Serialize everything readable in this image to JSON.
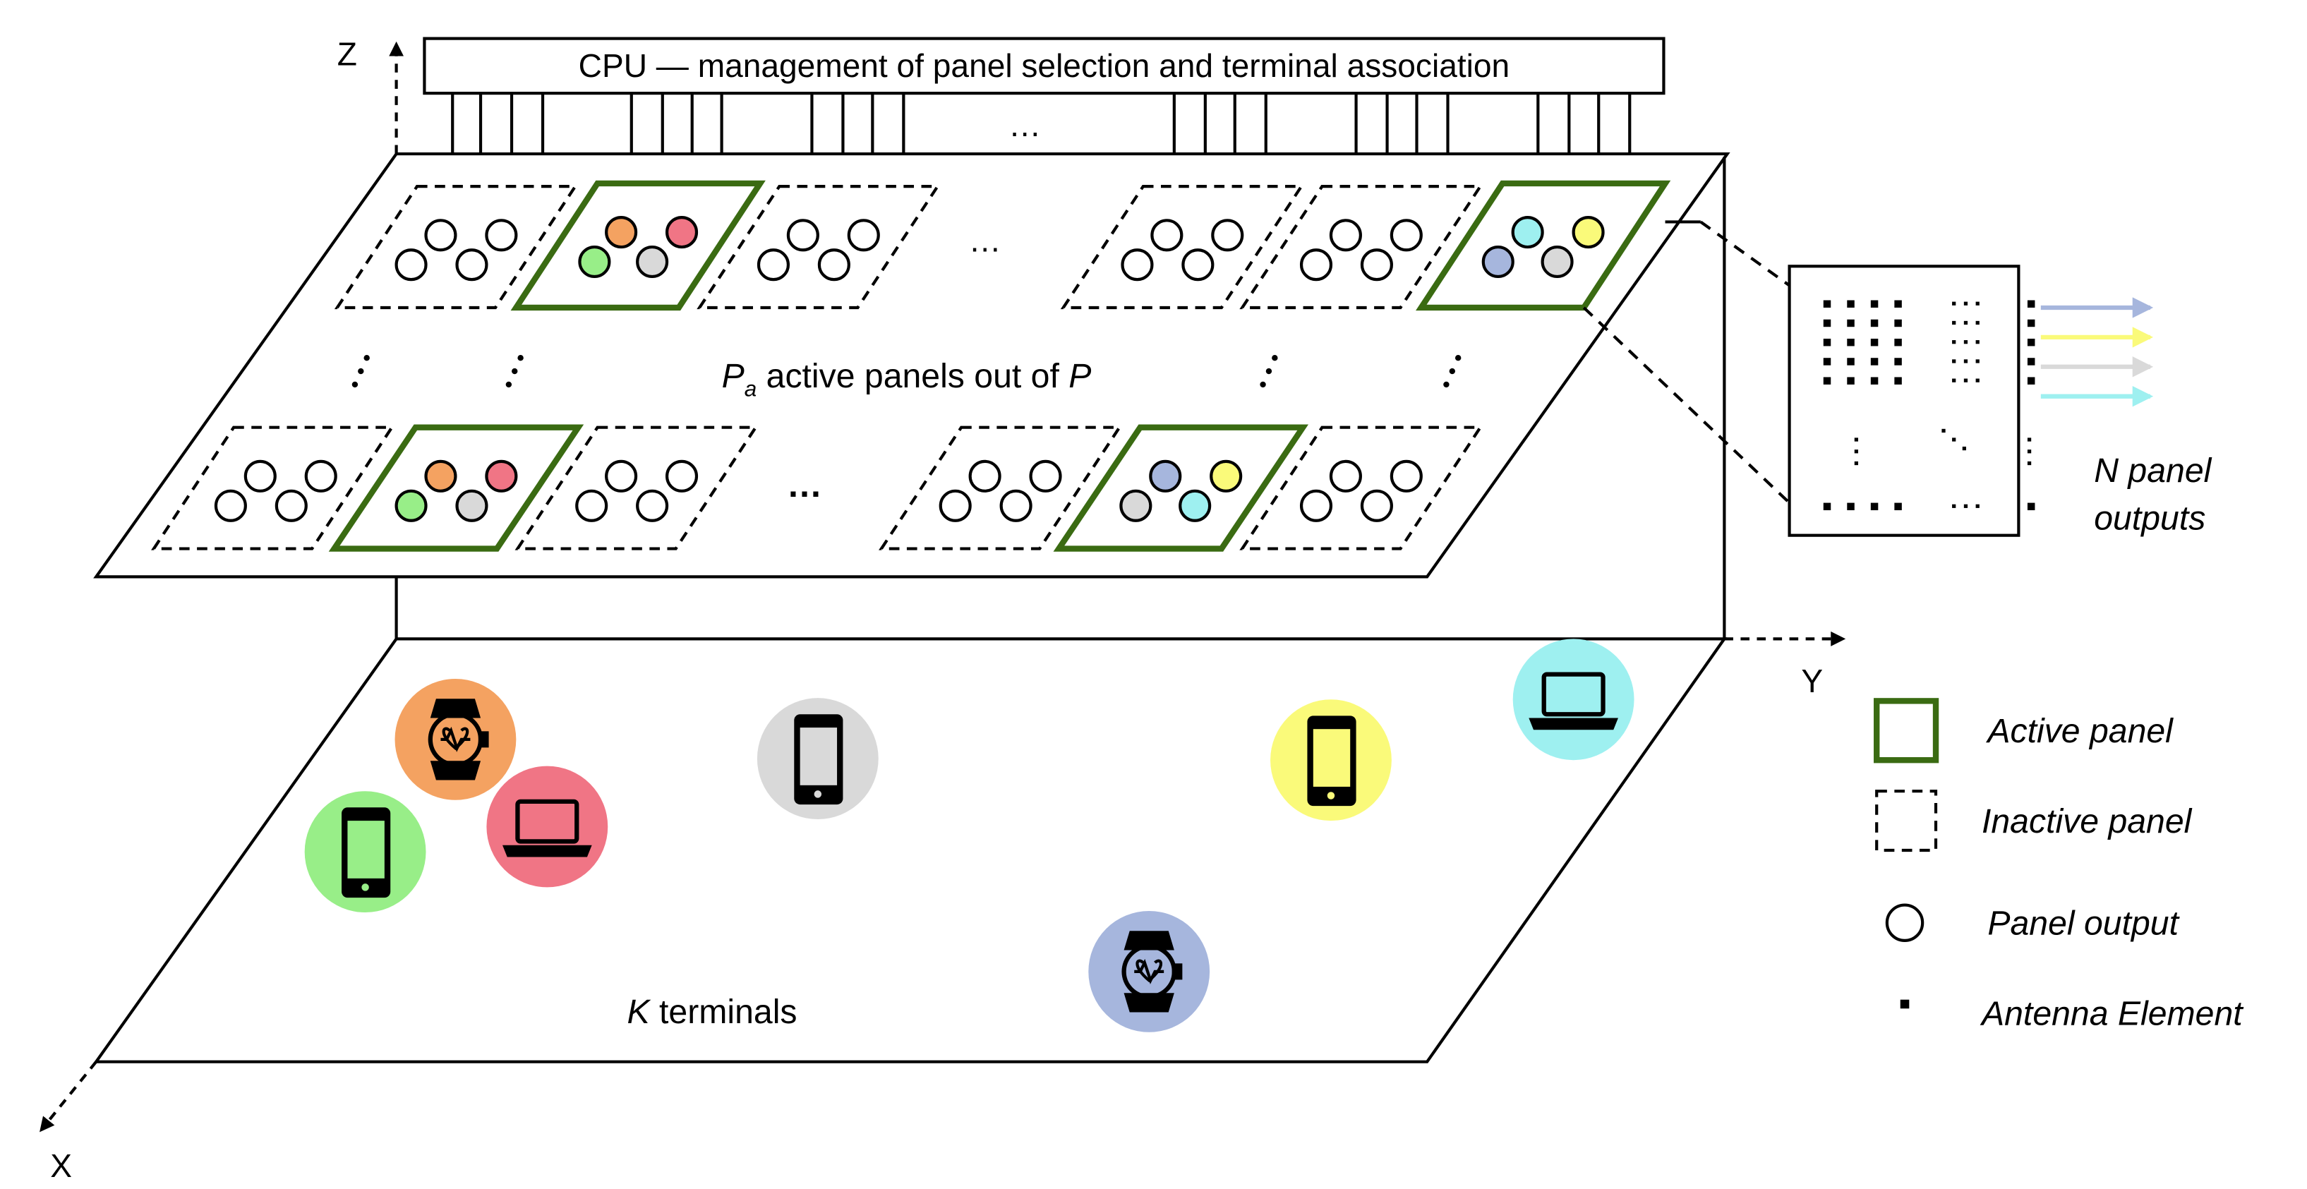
{
  "cpu_label": "CPU — management of panel selection and terminal association",
  "axes": {
    "z": "Z",
    "y": "Y",
    "x": "X"
  },
  "panels_caption": {
    "symbol": "P",
    "subscript": "a",
    "text": " active panels out of ",
    "total_symbol": "P"
  },
  "terminals_caption": {
    "symbol": "K",
    "text": " terminals"
  },
  "zoom_caption": {
    "line1": "N panel",
    "line2": "outputs"
  },
  "ellipsis_h": "…",
  "ellipsis_v": "⋮",
  "legend": {
    "active": "Active panel",
    "inactive": "Inactive panel",
    "output": "Panel output",
    "antenna": "Antenna Element"
  },
  "colors": {
    "active_border": "#3a6b12",
    "orange": "#f4a261",
    "red": "#f07585",
    "green": "#98ee88",
    "gray": "#d9d9d9",
    "cyan": "#9ef0f0",
    "yellow": "#fafa7a",
    "blue": "#a6b6dd",
    "arrow_blue": "#a6b6dd",
    "arrow_yellow": "#fafa7a",
    "arrow_gray": "#d9d9d9",
    "arrow_cyan": "#9ef0f0"
  },
  "terminals": [
    {
      "device": "smartwatch-icon",
      "color": "orange"
    },
    {
      "device": "laptop-icon",
      "color": "red"
    },
    {
      "device": "smartphone-icon",
      "color": "green"
    },
    {
      "device": "smartphone-icon",
      "color": "gray"
    },
    {
      "device": "smartphone-icon",
      "color": "yellow"
    },
    {
      "device": "laptop-icon",
      "color": "cyan"
    },
    {
      "device": "smartwatch-icon",
      "color": "blue"
    }
  ]
}
